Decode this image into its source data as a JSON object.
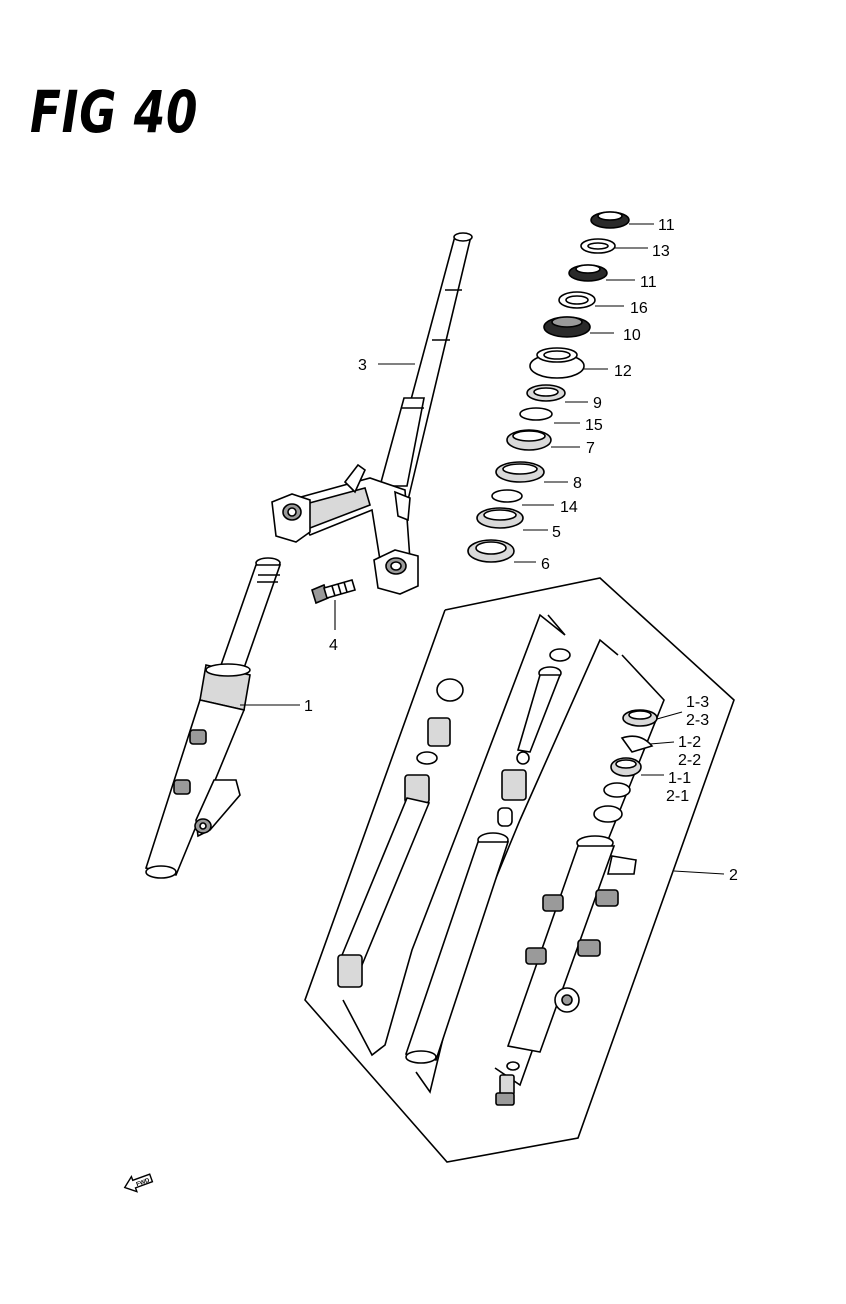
{
  "figure": {
    "title": "FIG 40",
    "fwd_label": "FWD"
  },
  "callouts": {
    "c1": "1",
    "c2": "2",
    "c3": "3",
    "c4": "4",
    "c5": "5",
    "c6": "6",
    "c7": "7",
    "c8": "8",
    "c9": "9",
    "c10": "10",
    "c11a": "11",
    "c11b": "11",
    "c12": "12",
    "c13": "13",
    "c14": "14",
    "c15": "15",
    "c16": "16",
    "c1_3": "1-3",
    "c2_3": "2-3",
    "c1_2": "1-2",
    "c2_2": "2-2",
    "c1_1": "1-1",
    "c2_1": "2-1"
  }
}
